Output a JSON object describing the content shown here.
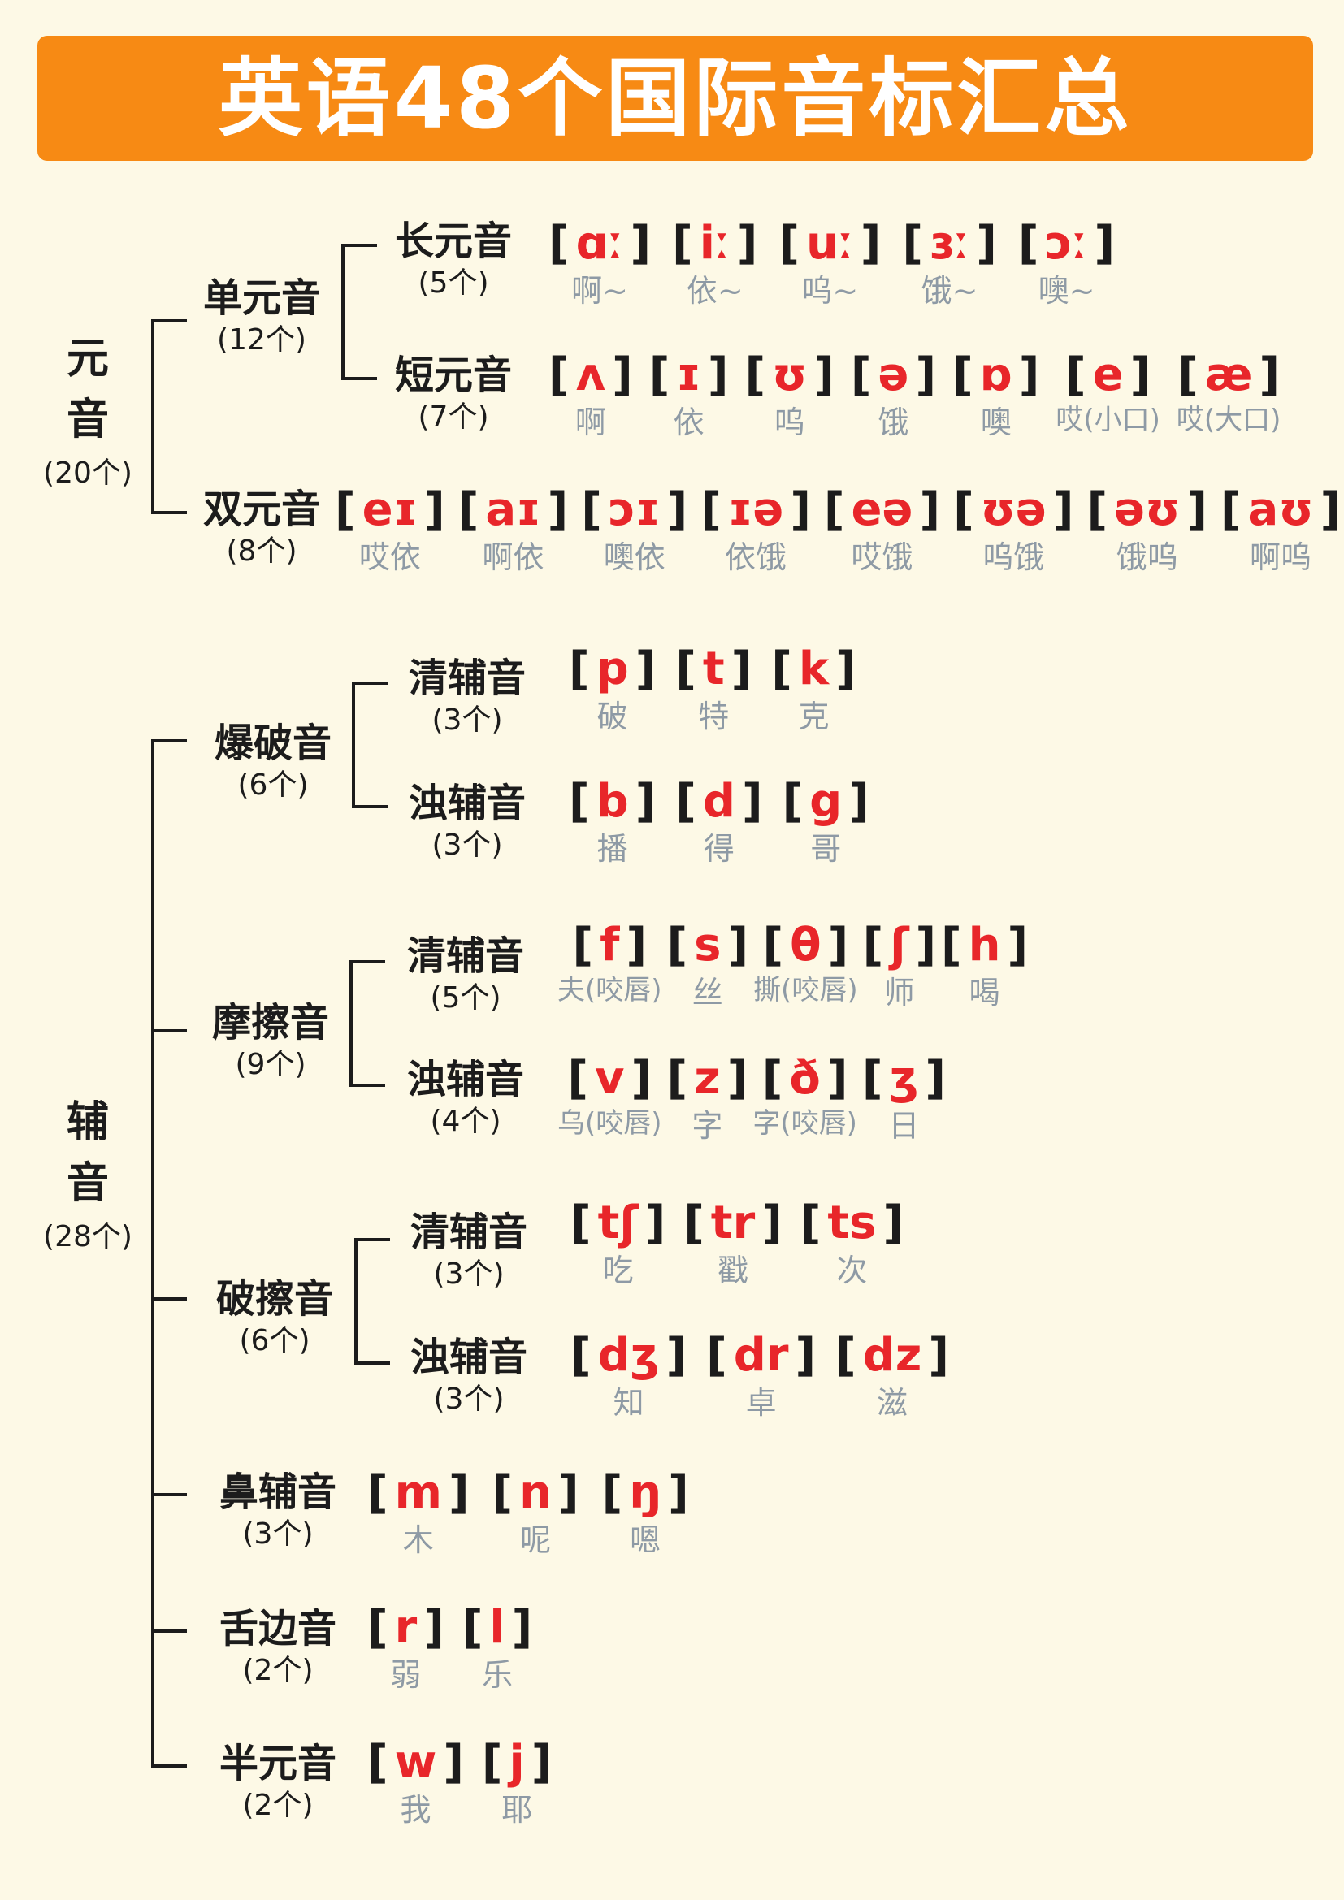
{
  "title": "英语48个国际音标汇总",
  "vowels": {
    "label": "元音",
    "count": "(20个)",
    "monophthongs": {
      "label": "单元音",
      "count": "(12个)",
      "long": {
        "label": "长元音",
        "count": "(5个)",
        "items": [
          {
            "ipa": "ɑː",
            "hint": "啊~"
          },
          {
            "ipa": "iː",
            "hint": "依~"
          },
          {
            "ipa": "uː",
            "hint": "呜~"
          },
          {
            "ipa": "ɜː",
            "hint": "饿~"
          },
          {
            "ipa": "ɔː",
            "hint": "噢~"
          }
        ]
      },
      "short": {
        "label": "短元音",
        "count": "(7个)",
        "items": [
          {
            "ipa": "ʌ",
            "hint": "啊"
          },
          {
            "ipa": "ɪ",
            "hint": "依"
          },
          {
            "ipa": "ʊ",
            "hint": "呜"
          },
          {
            "ipa": "ə",
            "hint": "饿"
          },
          {
            "ipa": "ɒ",
            "hint": "噢"
          },
          {
            "ipa": "e",
            "hint": "哎(小口)"
          },
          {
            "ipa": "æ",
            "hint": "哎(大口)"
          }
        ]
      }
    },
    "diphthongs": {
      "label": "双元音",
      "count": "(8个)",
      "items": [
        {
          "ipa": "eɪ",
          "hint": "哎依"
        },
        {
          "ipa": "aɪ",
          "hint": "啊依"
        },
        {
          "ipa": "ɔɪ",
          "hint": "噢依"
        },
        {
          "ipa": "ɪə",
          "hint": "依饿"
        },
        {
          "ipa": "eə",
          "hint": "哎饿"
        },
        {
          "ipa": "ʊə",
          "hint": "呜饿"
        },
        {
          "ipa": "əʊ",
          "hint": "饿呜"
        },
        {
          "ipa": "aʊ",
          "hint": "啊呜"
        }
      ]
    }
  },
  "consonants": {
    "label": "辅音",
    "count": "(28个)",
    "plosives": {
      "label": "爆破音",
      "count": "(6个)",
      "voiceless": {
        "label": "清辅音",
        "count": "(3个)",
        "items": [
          {
            "ipa": "p",
            "hint": "破"
          },
          {
            "ipa": "t",
            "hint": "特"
          },
          {
            "ipa": "k",
            "hint": "克"
          }
        ]
      },
      "voiced": {
        "label": "浊辅音",
        "count": "(3个)",
        "items": [
          {
            "ipa": "b",
            "hint": "播"
          },
          {
            "ipa": "d",
            "hint": "得"
          },
          {
            "ipa": "g",
            "hint": "哥"
          }
        ]
      }
    },
    "fricatives": {
      "label": "摩擦音",
      "count": "(9个)",
      "voiceless": {
        "label": "清辅音",
        "count": "(5个)",
        "items": [
          {
            "ipa": "f",
            "hint": "夫(咬唇)"
          },
          {
            "ipa": "s",
            "hint": "丝"
          },
          {
            "ipa": "θ",
            "hint": "撕(咬唇)"
          },
          {
            "ipa": "ʃ",
            "hint": "师"
          },
          {
            "ipa": "h",
            "hint": "喝"
          }
        ]
      },
      "voiced": {
        "label": "浊辅音",
        "count": "(4个)",
        "items": [
          {
            "ipa": "v",
            "hint": "乌(咬唇)"
          },
          {
            "ipa": "z",
            "hint": "字"
          },
          {
            "ipa": "ð",
            "hint": "字(咬唇)"
          },
          {
            "ipa": "ʒ",
            "hint": "日"
          }
        ]
      }
    },
    "affricates": {
      "label": "破擦音",
      "count": "(6个)",
      "voiceless": {
        "label": "清辅音",
        "count": "(3个)",
        "items": [
          {
            "ipa": "tʃ",
            "hint": "吃"
          },
          {
            "ipa": "tr",
            "hint": "戳"
          },
          {
            "ipa": "ts",
            "hint": "次"
          }
        ]
      },
      "voiced": {
        "label": "浊辅音",
        "count": "(3个)",
        "items": [
          {
            "ipa": "dʒ",
            "hint": "知"
          },
          {
            "ipa": "dr",
            "hint": "卓"
          },
          {
            "ipa": "dz",
            "hint": "滋"
          }
        ]
      }
    },
    "nasals": {
      "label": "鼻辅音",
      "count": "(3个)",
      "items": [
        {
          "ipa": "m",
          "hint": "木"
        },
        {
          "ipa": "n",
          "hint": "呢"
        },
        {
          "ipa": "ŋ",
          "hint": "嗯"
        }
      ]
    },
    "laterals": {
      "label": "舌边音",
      "count": "(2个)",
      "items": [
        {
          "ipa": "r",
          "hint": "弱"
        },
        {
          "ipa": "l",
          "hint": "乐"
        }
      ]
    },
    "semivowels": {
      "label": "半元音",
      "count": "(2个)",
      "items": [
        {
          "ipa": "w",
          "hint": "我"
        },
        {
          "ipa": "j",
          "hint": "耶"
        }
      ]
    }
  },
  "colors": {
    "banner": "#f78a14",
    "ipa": "#e8262a",
    "hint": "#8e9aa5",
    "background": "#fdf9e6"
  }
}
